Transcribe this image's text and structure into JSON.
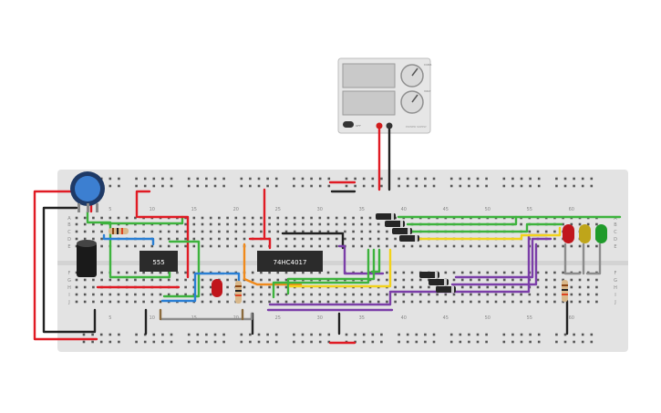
{
  "psu": {
    "knob_label_1": "CURR",
    "knob_label_2": "VOLT",
    "on_label": "OFF",
    "brand": "POWER SUPPLY"
  },
  "breadboard": {
    "row_letters_top": [
      "A",
      "B",
      "C",
      "D",
      "E"
    ],
    "row_letters_bottom": [
      "F",
      "G",
      "H",
      "I",
      "J"
    ],
    "column_numbers": [
      "5",
      "10",
      "15",
      "20",
      "25",
      "30",
      "35",
      "40",
      "45",
      "50",
      "55",
      "60"
    ]
  },
  "chips": {
    "timer_label": "555",
    "counter_label": "74HC4017"
  },
  "colors": {
    "board": "#e3e3e3",
    "wire_red": "#e01b24",
    "wire_black": "#222222",
    "wire_green": "#3db33d",
    "wire_blue": "#2a7fd4",
    "wire_yellow": "#f2d21b",
    "wire_purple": "#7b3ea8",
    "wire_orange": "#f08a1c",
    "wire_gray": "#8c8c8c",
    "wire_brown": "#8a6a3c",
    "led_red": "#c0161c",
    "led_yellow": "#bfa51a",
    "led_green": "#1f9a2a"
  }
}
